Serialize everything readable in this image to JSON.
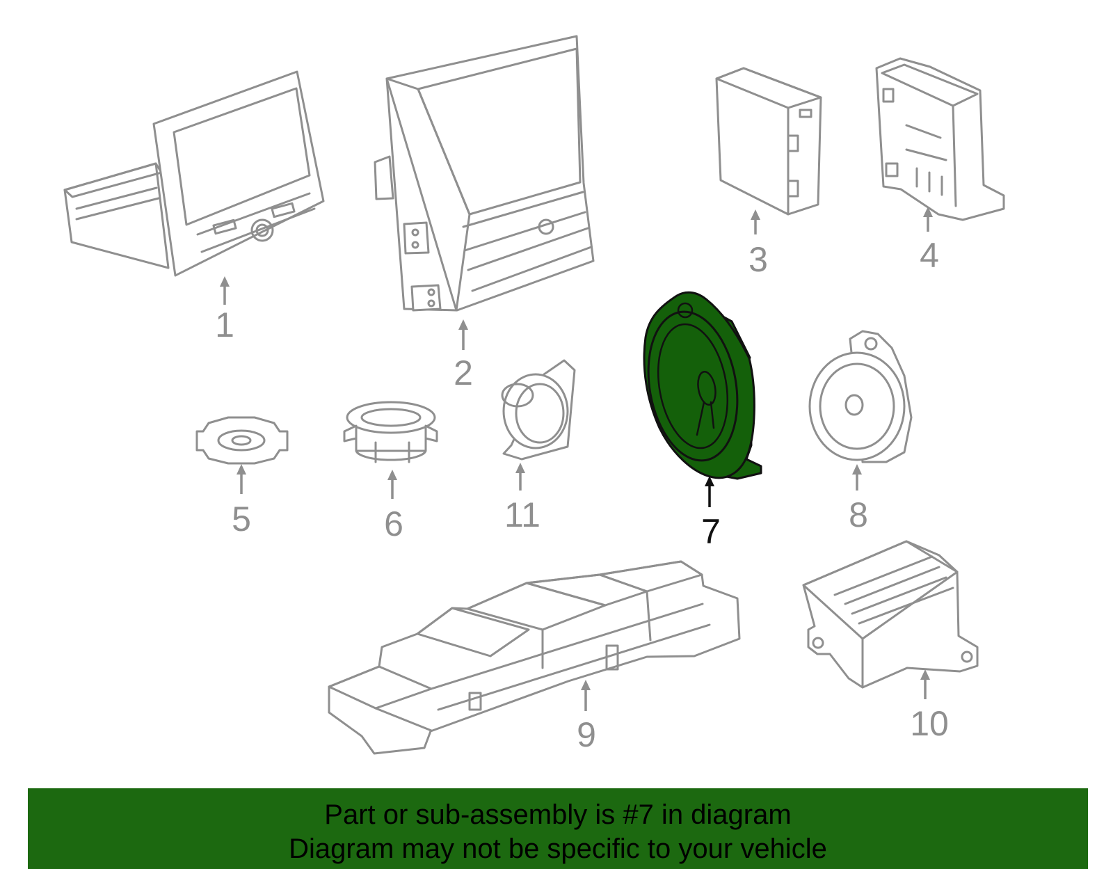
{
  "diagram": {
    "highlighted_part": "7",
    "highlight_color": "#14600a",
    "part_color": "#8f8f8f",
    "callouts": [
      "1",
      "2",
      "3",
      "4",
      "5",
      "6",
      "11",
      "7",
      "8",
      "9",
      "10"
    ]
  },
  "banner": {
    "line1": "Part or sub-assembly is #7 in diagram",
    "line2": "Diagram may not be specific to your vehicle",
    "background": "#1c6910"
  }
}
